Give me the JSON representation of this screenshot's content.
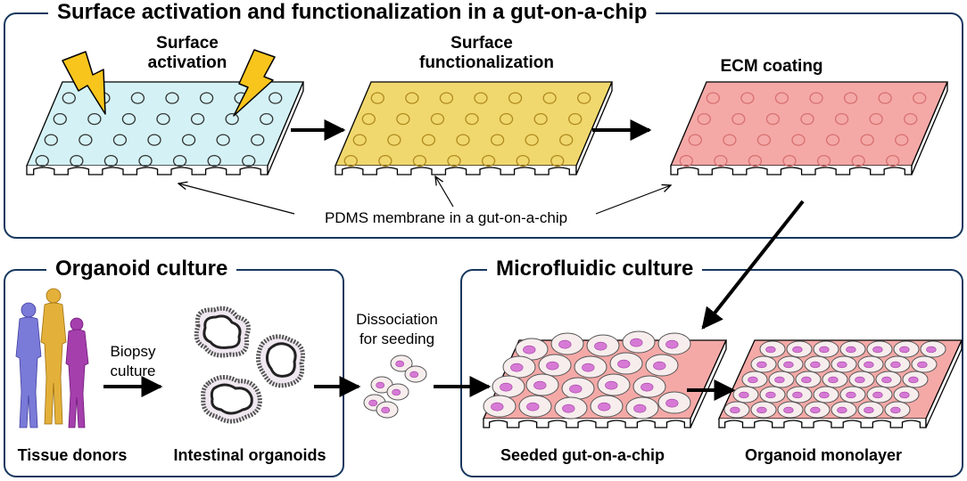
{
  "top_panel": {
    "title": "Surface activation and functionalization in a gut-on-a-chip",
    "steps": {
      "activation": "Surface activation",
      "functionalization": "Surface functionalization",
      "ecm": "ECM coating"
    },
    "membrane_note": "PDMS membrane in a gut-on-a-chip",
    "colors": {
      "activation": "#d4f2f5",
      "functionalization": "#f0d86e",
      "ecm": "#f4a9a7",
      "lightning": "#f7c51c"
    }
  },
  "organoid_panel": {
    "title": "Organoid culture",
    "arrow_label": "Biopsy culture",
    "donors_label": "Tissue donors",
    "organoids_label": "Intestinal organoids",
    "colors": {
      "donor1": "#6f6fd6",
      "donor2": "#e0ae2a",
      "donor3": "#a03aa8"
    }
  },
  "dissociation": {
    "label": "Dissociation for seeding"
  },
  "microfluidic_panel": {
    "title": "Microfluidic culture",
    "seeded_label": "Seeded gut-on-a-chip",
    "monolayer_label": "Organoid monolayer",
    "colors": {
      "cell": "#f7ecec",
      "nucleus": "#d77ad6"
    }
  }
}
